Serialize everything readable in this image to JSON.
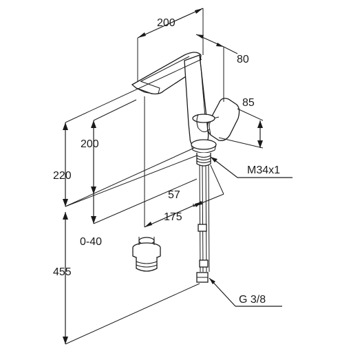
{
  "dimensions": {
    "spout_reach": "200",
    "lever_depth": "80",
    "lever_height": "85",
    "spout_height": "200",
    "total_height_above_deck": "220",
    "thread": "M34x1",
    "thread_length": "57",
    "waste_offset": "175",
    "deck_thickness": "0-40",
    "below_deck_length": "455",
    "supply_connection": "G 3/8"
  }
}
